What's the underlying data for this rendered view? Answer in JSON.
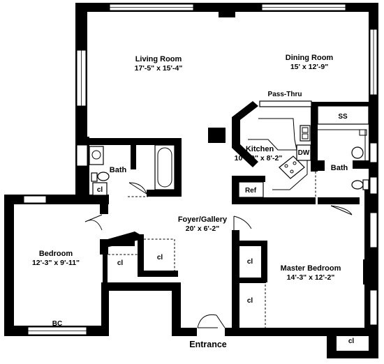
{
  "plan": {
    "living_room": {
      "name": "Living Room",
      "dimensions": "17'-5\" x 15'-4\""
    },
    "dining_room": {
      "name": "Dining Room",
      "dimensions": "15' x 12'-9\""
    },
    "pass_thru": "Pass-Thru",
    "ss": "SS",
    "kitchen": {
      "name": "Kitchen",
      "dimensions": "10'-10\" x 8'-2\""
    },
    "dw": "DW",
    "ref": "Ref",
    "bath_left": "Bath",
    "bath_right": "Bath",
    "bedroom": {
      "name": "Bedroom",
      "dimensions": "12'-3\" x 9'-11\""
    },
    "bc": "BC",
    "foyer": {
      "name": "Foyer/Gallery",
      "dimensions": "20' x 6'-2\""
    },
    "master_bedroom": {
      "name": "Master Bedroom",
      "dimensions": "14'-3\" x 12'-2\""
    },
    "closet_label": "cl",
    "entrance": "Entrance"
  }
}
